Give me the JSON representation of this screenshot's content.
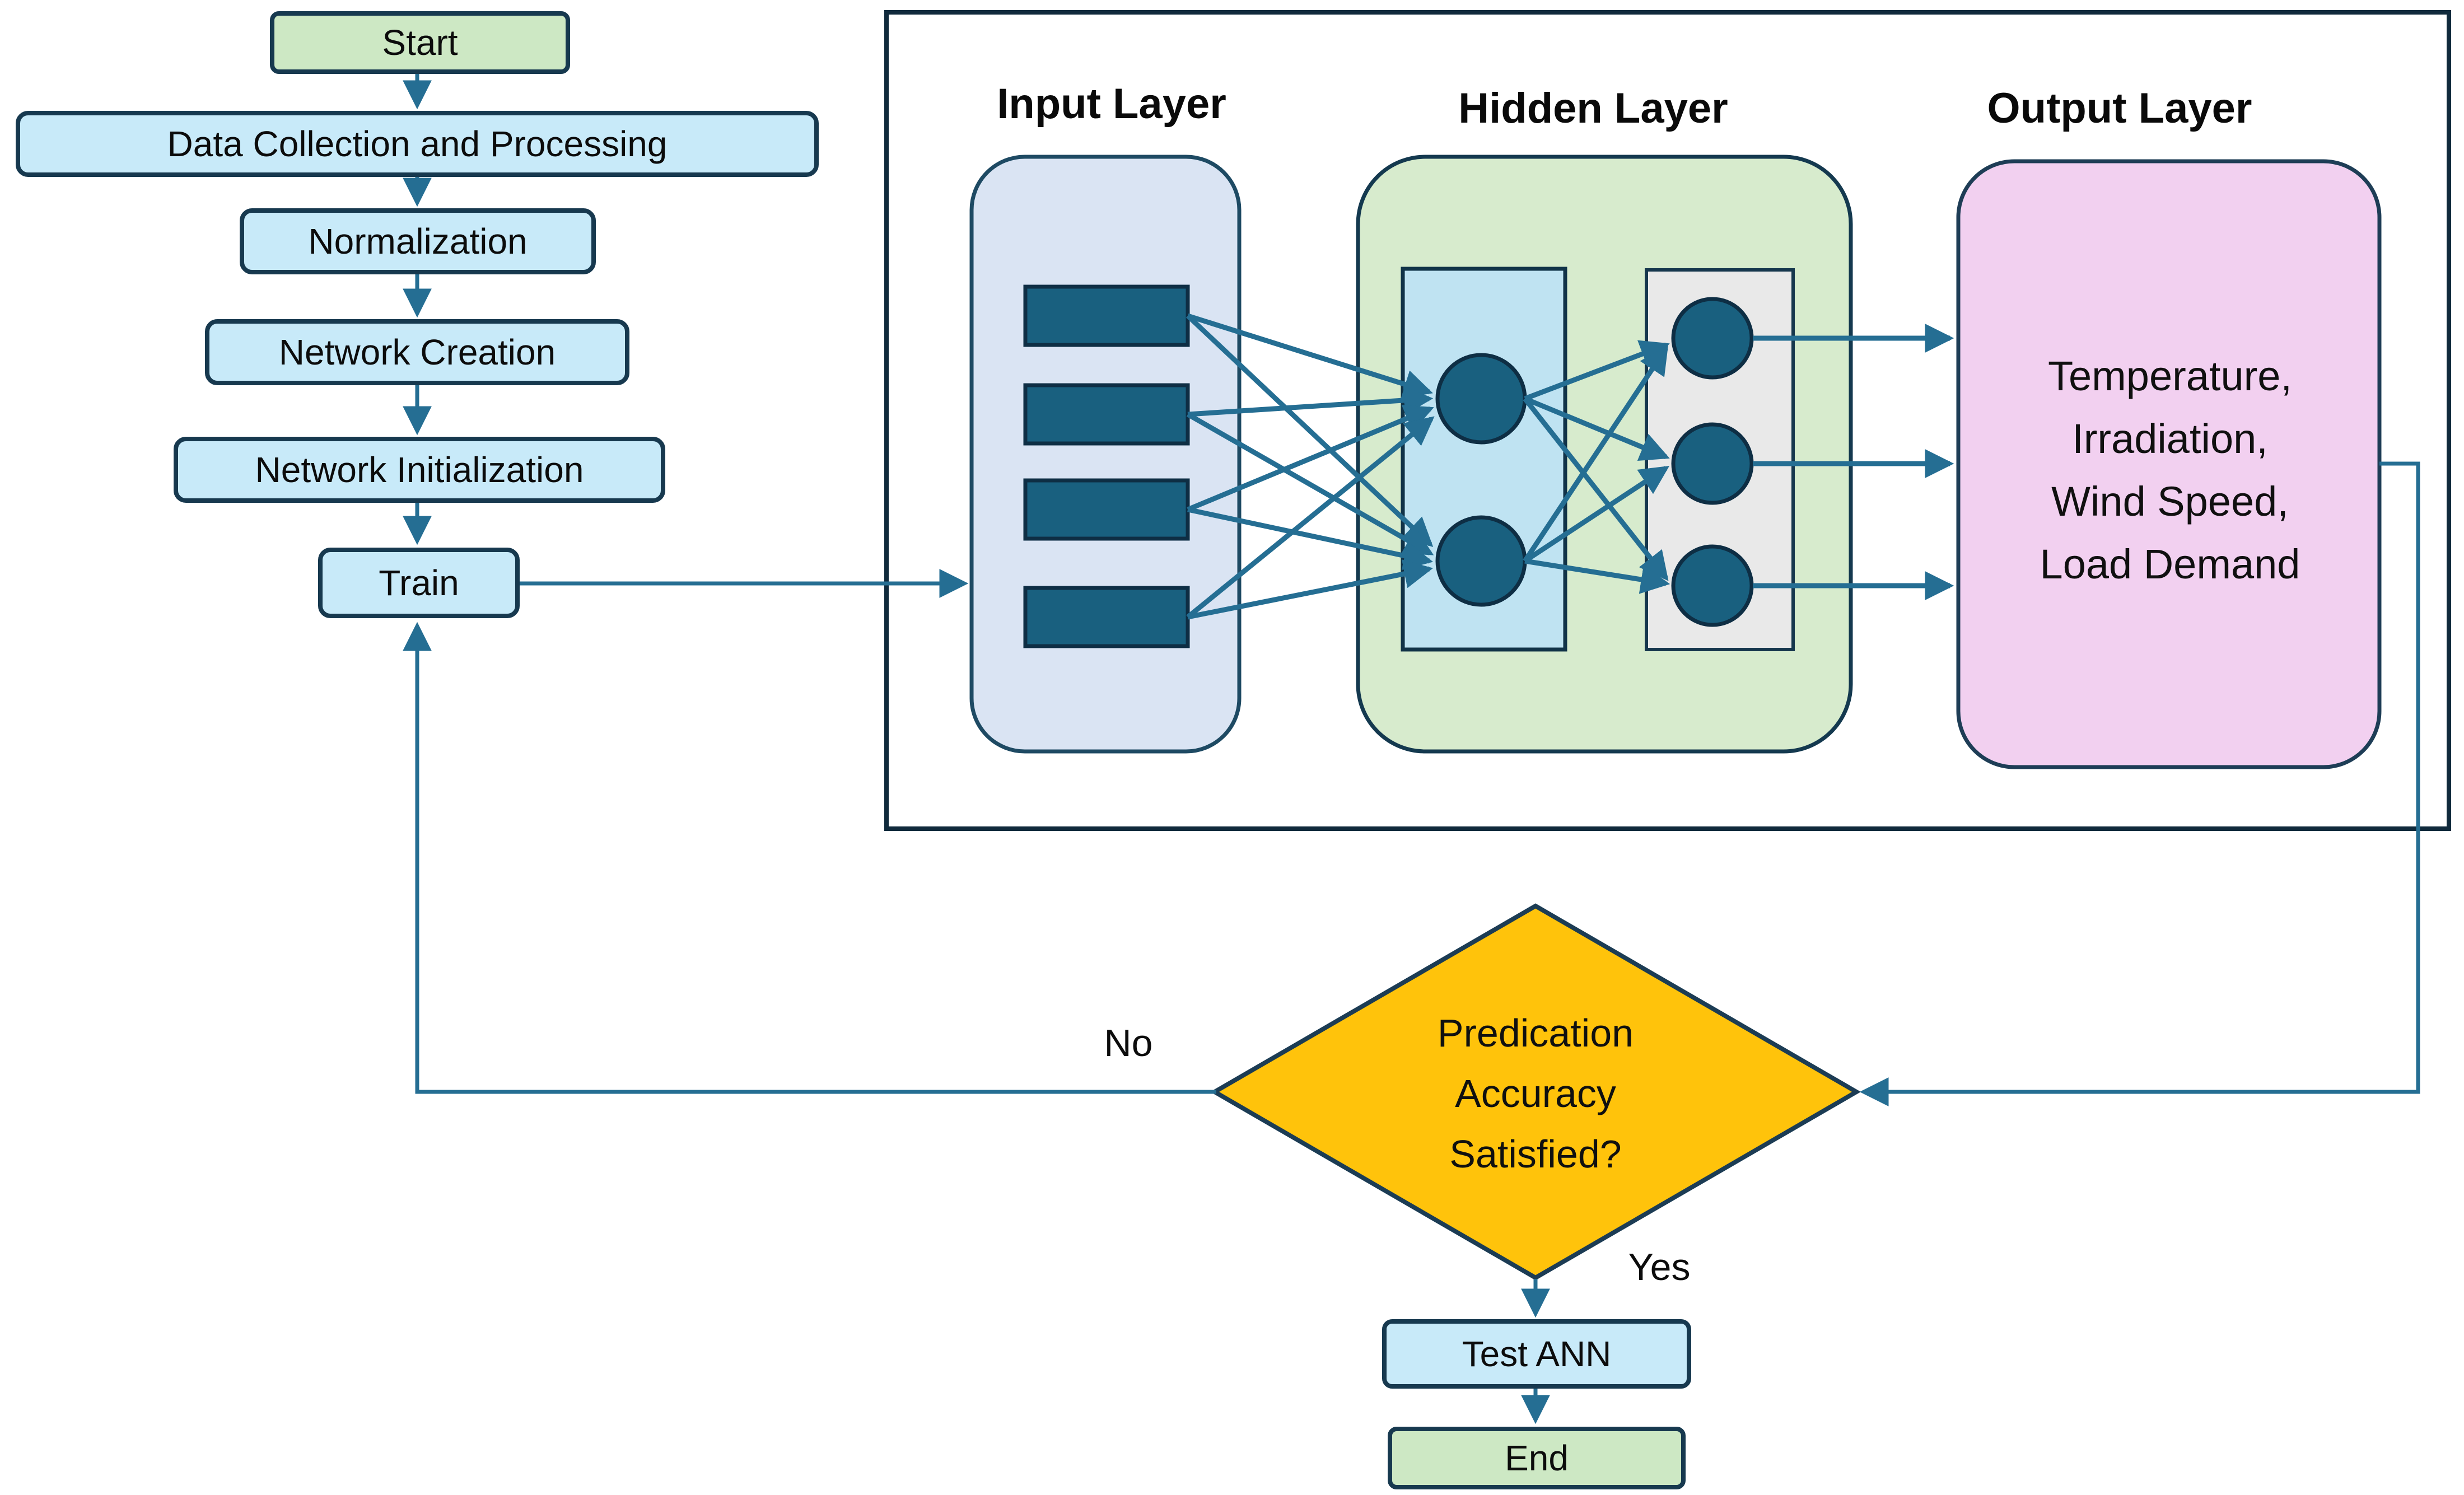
{
  "title": "ANN training flowchart",
  "left_column": {
    "start_label": "Start",
    "data_collection_label": "Data Collection and Processing",
    "normalization_label": "Normalization",
    "network_creation_label": "Network Creation",
    "network_initialization_label": "Network Initialization",
    "train_label": "Train"
  },
  "ann": {
    "input_title": "Input Layer",
    "hidden_title": "Hidden Layer",
    "output_title": "Output Layer",
    "output_lines": [
      "Temperature,",
      "Irradiation,",
      "Wind Speed,",
      "Load Demand"
    ],
    "input_nodes": 4,
    "hidden_sublayer1_nodes": 2,
    "hidden_sublayer2_nodes": 3
  },
  "decision": {
    "lines": [
      "Predication",
      "Accuracy",
      "Satisfied?"
    ],
    "no_label": "No",
    "yes_label": "Yes"
  },
  "bottom": {
    "test_ann_label": "Test ANN",
    "end_label": "End"
  },
  "graph_edges": [
    {
      "from": "Start",
      "to": "Data Collection and Processing"
    },
    {
      "from": "Data Collection and Processing",
      "to": "Normalization"
    },
    {
      "from": "Normalization",
      "to": "Network Creation"
    },
    {
      "from": "Network Creation",
      "to": "Network Initialization"
    },
    {
      "from": "Network Initialization",
      "to": "Train"
    },
    {
      "from": "Train",
      "to": "Input Layer"
    },
    {
      "from": "Output Layer",
      "to": "Predication Accuracy Satisfied?"
    },
    {
      "from": "Predication Accuracy Satisfied?",
      "to": "Train",
      "label": "No"
    },
    {
      "from": "Predication Accuracy Satisfied?",
      "to": "Test ANN",
      "label": "Yes"
    },
    {
      "from": "Test ANN",
      "to": "End"
    }
  ],
  "colors": {
    "process_fill": "#c8eaf9",
    "terminator_fill": "#cde8c4",
    "box_border": "#17394f",
    "panel_border": "#102a3c",
    "connector": "#256e93",
    "input_container_fill": "#dae4f3",
    "hidden_container_fill": "#d7ebcd",
    "hidden_sublayer1_fill": "#bfe3f2",
    "hidden_sublayer2_fill": "#e9e9e9",
    "node_fill": "#19607f",
    "node_border": "#0e2e44",
    "output_box_fill": "#f2d0f0",
    "decision_fill": "#ffc30b",
    "text": "#0c0c0c"
  }
}
